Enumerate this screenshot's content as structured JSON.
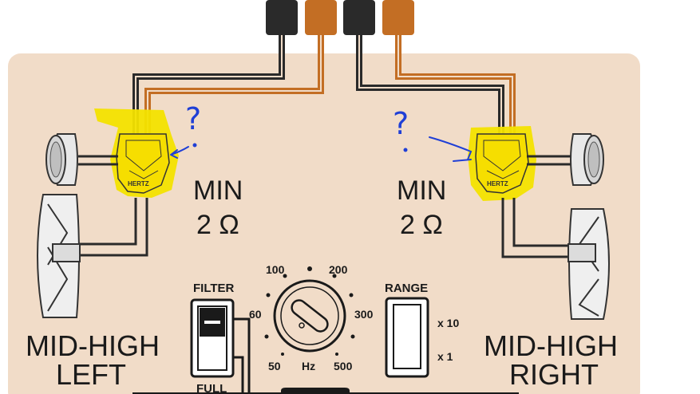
{
  "colors": {
    "panel": "#f1dcc8",
    "wire_dark": "#2a2a2a",
    "wire_orange": "#c36e24",
    "highlight": "#f3e200",
    "annotation": "#1f3fd6"
  },
  "left": {
    "impedance_min": "MIN",
    "impedance_value": "2 Ω",
    "caption_line1": "MID-HIGH",
    "caption_line2": "LEFT",
    "crossover_brand": "HERTZ",
    "annotation_mark": "?"
  },
  "right": {
    "impedance_min": "MIN",
    "impedance_value": "2 Ω",
    "caption_line1": "MID-HIGH",
    "caption_line2": "RIGHT",
    "crossover_brand": "HERTZ",
    "annotation_mark": "?"
  },
  "filter": {
    "label": "FILTER",
    "bottom_label": "FULL"
  },
  "frequency_knob": {
    "unit": "Hz",
    "ticks": [
      "50",
      "60",
      "100",
      "200",
      "300",
      "500"
    ]
  },
  "range": {
    "label": "RANGE",
    "option_high": "x 10",
    "option_low": "x 1"
  }
}
